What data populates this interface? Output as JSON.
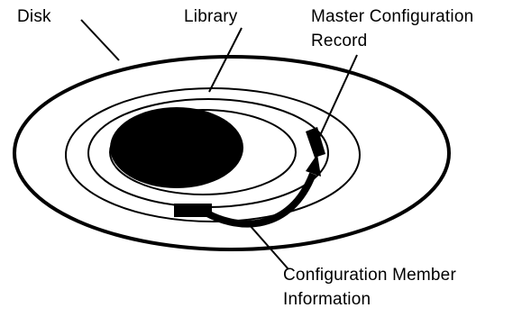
{
  "labels": {
    "disk": "Disk",
    "library": "Library",
    "master_record": [
      "Master Configuration",
      "Record"
    ],
    "config_member": [
      "Configuration Member",
      "Information"
    ]
  },
  "colors": {
    "ink": "#000000",
    "paper": "#ffffff"
  }
}
